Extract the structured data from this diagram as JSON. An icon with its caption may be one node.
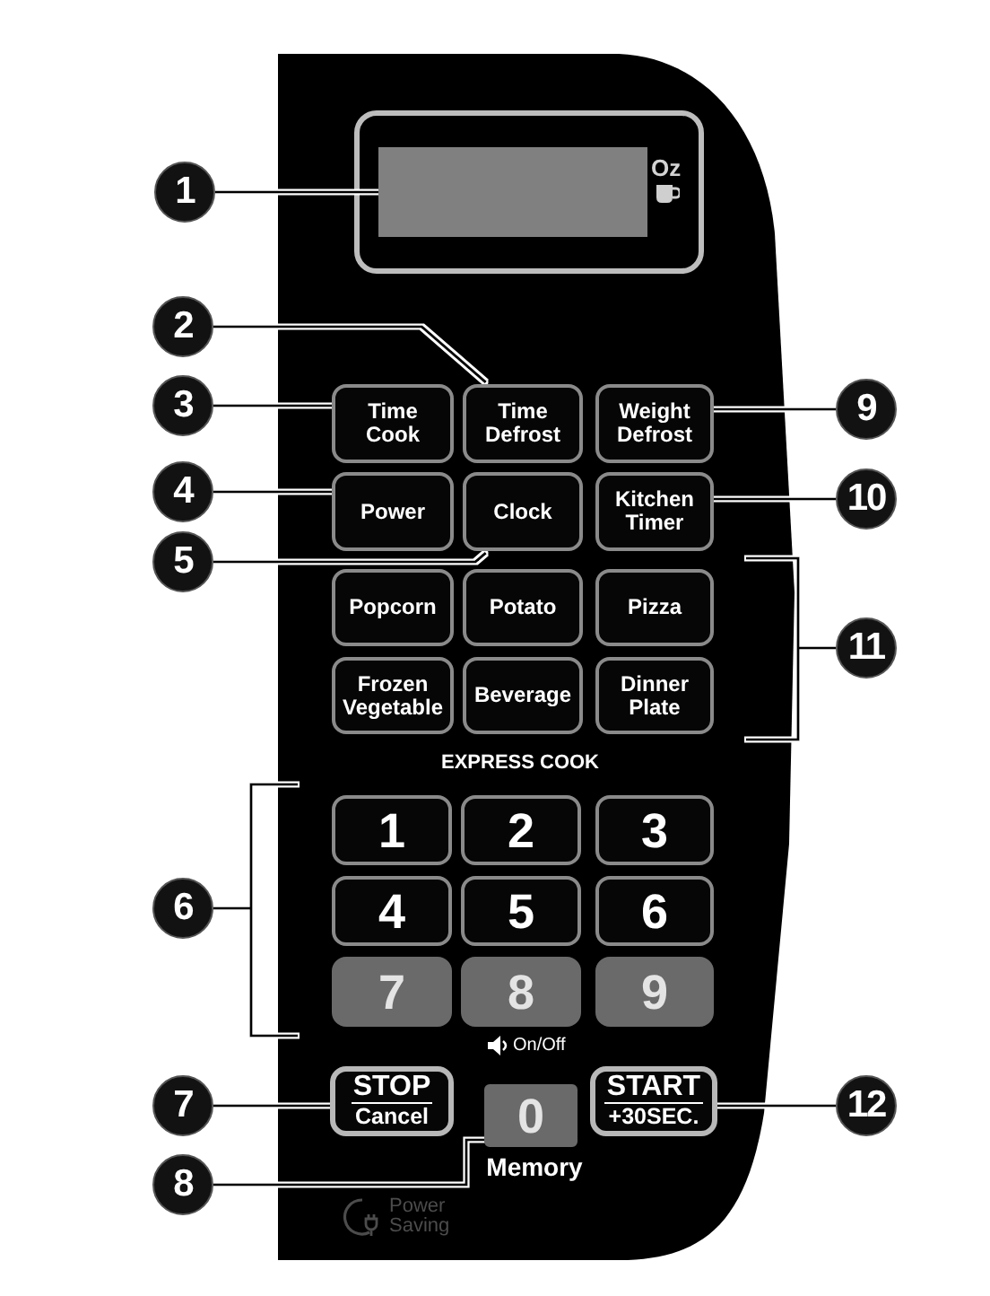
{
  "diagram": {
    "nodes": [
      {
        "text": [
          "1"
        ]
      },
      {
        "text": [],
        "shape": "box",
        "beside": [
          "Oz"
        ]
      },
      {
        "text": [
          "2"
        ]
      },
      {
        "text": [
          "3"
        ]
      },
      {
        "text": [
          "Time Cook"
        ]
      },
      {
        "text": [
          "Time Defrost"
        ]
      },
      {
        "text": [
          "Weight Defrost"
        ]
      },
      {
        "text": [
          "9"
        ]
      },
      {
        "text": [
          "4"
        ]
      },
      {
        "text": [
          "Power"
        ]
      },
      {
        "text": [
          "Clock"
        ]
      },
      {
        "text": [
          "Kitchen Timer"
        ]
      },
      {
        "text": [
          "10"
        ]
      },
      {
        "text": [
          "5"
        ]
      },
      {
        "text": [
          "Popcorn"
        ]
      },
      {
        "text": [
          "Potato"
        ]
      },
      {
        "text": [
          "Pizza"
        ]
      },
      {
        "text": [
          "11"
        ]
      },
      {
        "text": [
          "Frozen Vegetable"
        ]
      },
      {
        "text": [
          "Beverage"
        ]
      },
      {
        "text": [
          "Dinner Plate"
        ]
      },
      {
        "text": [
          "6"
        ]
      },
      {
        "text": [
          "1"
        ]
      },
      {
        "text": [
          "2"
        ]
      },
      {
        "text": [
          "3"
        ]
      },
      {
        "text": [
          "4"
        ]
      },
      {
        "text": [
          "5"
        ]
      },
      {
        "text": [
          "6"
        ]
      },
      {
        "text": [
          "7"
        ]
      },
      {
        "text": [
          "8"
        ]
      },
      {
        "text": [
          "9"
        ]
      },
      {
        "text": [
          "7"
        ]
      },
      {
        "text": [
          "STOP",
          "Cancel"
        ]
      },
      {
        "text": [
          "0"
        ],
        "beside": [
          "Memory"
        ]
      },
      {
        "text": [
          "START",
          "+30SEC."
        ]
      },
      {
        "text": [
          "12"
        ]
      },
      {
        "text": [
          "8"
        ]
      }
    ],
    "edges": [
      {
        "from": 0,
        "to": 1,
        "arrow": "none"
      },
      {
        "from": 2,
        "to": 5,
        "arrow": "none"
      },
      {
        "from": 3,
        "to": 4,
        "arrow": "none"
      },
      {
        "from": 7,
        "to": 6,
        "arrow": "none"
      },
      {
        "from": 8,
        "to": 9,
        "arrow": "none"
      },
      {
        "from": 12,
        "to": 11,
        "arrow": "none"
      },
      {
        "from": 13,
        "to": 10,
        "arrow": "none"
      },
      {
        "from": 17,
        "to": null,
        "arrow": "none"
      },
      {
        "from": 21,
        "to": null,
        "arrow": "none"
      },
      {
        "from": 31,
        "to": 32,
        "arrow": "none"
      },
      {
        "from": 36,
        "to": 33,
        "arrow": "none"
      },
      {
        "from": 35,
        "to": 34,
        "arrow": "none"
      }
    ],
    "labels": [
      "EXPRESS COOK",
      "On/Off",
      "Power Saving"
    ]
  }
}
